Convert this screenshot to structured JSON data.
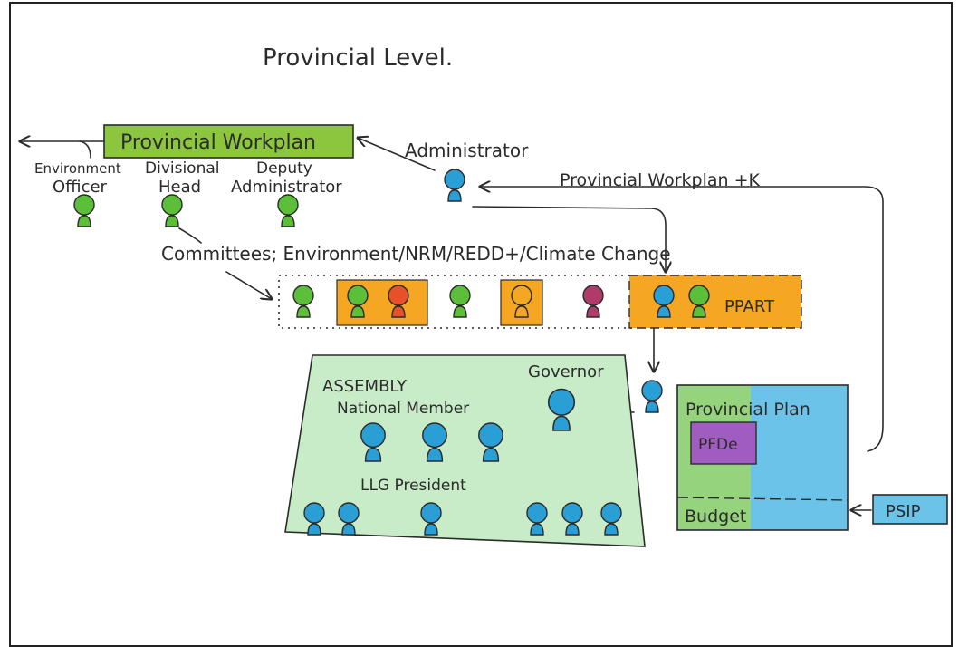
{
  "title": "Provincial Level.",
  "labels": {
    "workplan_box": "Provincial Workplan",
    "administrator": "Administrator",
    "environment_officer_line1": "Environment",
    "environment_officer_line2": "Officer",
    "divisional_head_line1": "Divisional",
    "divisional_head_line2": "Head",
    "deputy_admin_line1": "Deputy",
    "deputy_admin_line2": "Administrator",
    "workplan_flow": "Provincial Workplan +K",
    "committees": "Committees; Environment/NRM/REDD+/Climate Change",
    "ppart": "PPART",
    "assembly": "ASSEMBLY",
    "governor": "Governor",
    "national_member": "National Member",
    "llg_president": "LLG President",
    "provincial_plan": "Provincial Plan",
    "pfd": "PFDe",
    "budget": "Budget",
    "psip": "PSIP"
  },
  "colors": {
    "green_box": "#8cc63f",
    "orange": "#f5a623",
    "assembly_bg": "#c8ebc8",
    "blue_person": "#2a9fd6",
    "green_person": "#5cbf3a",
    "red_person": "#e8502a",
    "purple_person": "#b03a6a",
    "purple_box": "#a05cc0",
    "plan_blue": "#6cc3ea",
    "plan_green": "#9ed66a",
    "psip_blue": "#6cc3ea"
  }
}
